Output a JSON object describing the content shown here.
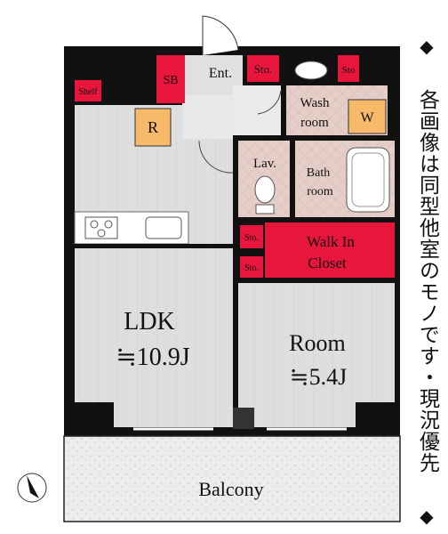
{
  "rooms": {
    "ldk_name": "LDK",
    "ldk_size": "≒10.9J",
    "room_name": "Room",
    "room_size": "≒5.4J",
    "balcony": "Balcony",
    "entrance": "Ent.",
    "sb": "SB",
    "sto_top": "Sto.",
    "sto_right": "Sto",
    "shelf": "Shelf",
    "refrigerator": "R",
    "washer": "W",
    "wash_room_line1": "Wash",
    "wash_room_line2": "room",
    "lavatory": "Lav.",
    "bath_line1": "Bath",
    "bath_line2": "room",
    "walk_in_line1": "Walk In",
    "walk_in_line2": "Closet",
    "sto_mid1": "Sto.",
    "sto_mid2": "Sto."
  },
  "side_note": {
    "diamond_top": "◆",
    "text": "各画像は同型他室のモノです・現況優先",
    "diamond_bottom": "◆"
  },
  "colors": {
    "wall": "#111111",
    "accent_red": "#e8163c",
    "floor_gray": "#dcdcdc",
    "wet_area": "#e8cfc8",
    "appliance_orange": "#f7b96a"
  }
}
